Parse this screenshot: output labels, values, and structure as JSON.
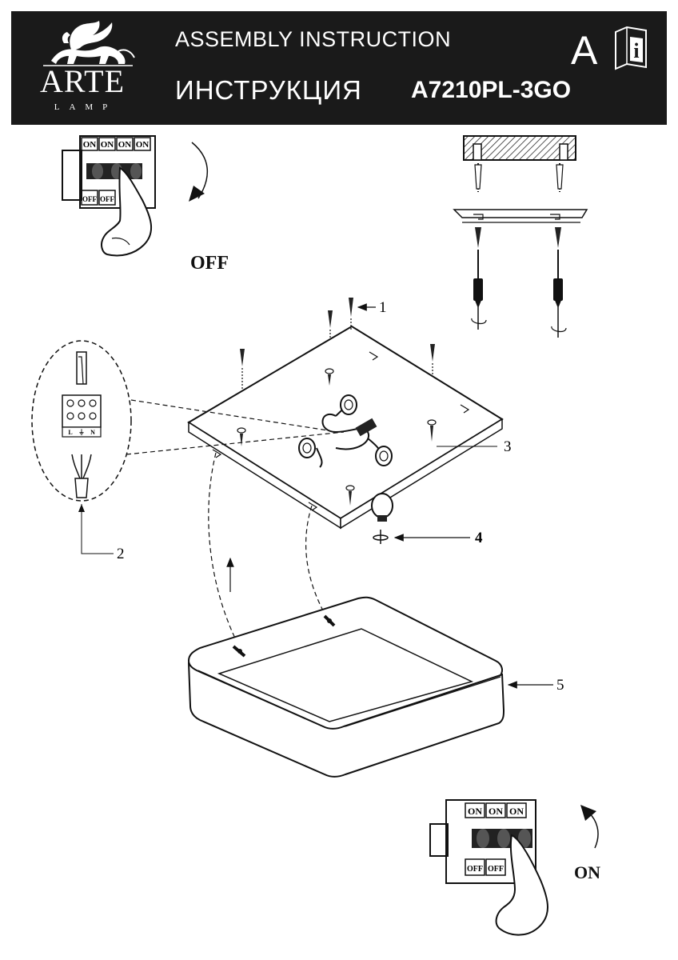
{
  "header": {
    "brand": "ARTE",
    "brand_sub": "LAMP",
    "title_en": "ASSEMBLY  INSTRUCTION",
    "title_ru": "ИНСТРУКЦИЯ",
    "model": "A7210PL-3GO",
    "letter": "A",
    "info_icon_letter": "i"
  },
  "switch_off": {
    "caption": "OFF",
    "on_labels": [
      "ON",
      "ON",
      "ON",
      "ON"
    ],
    "off_labels": [
      "OFF",
      "OFF"
    ]
  },
  "switch_on": {
    "caption": "ON",
    "on_labels": [
      "ON",
      "ON",
      "ON"
    ],
    "off_labels": [
      "OFF",
      "OFF"
    ]
  },
  "terminal_labels": [
    "L",
    "⏚",
    "N"
  ],
  "callouts": {
    "one": "1",
    "two": "2",
    "three": "3",
    "four": "4",
    "five": "5"
  }
}
